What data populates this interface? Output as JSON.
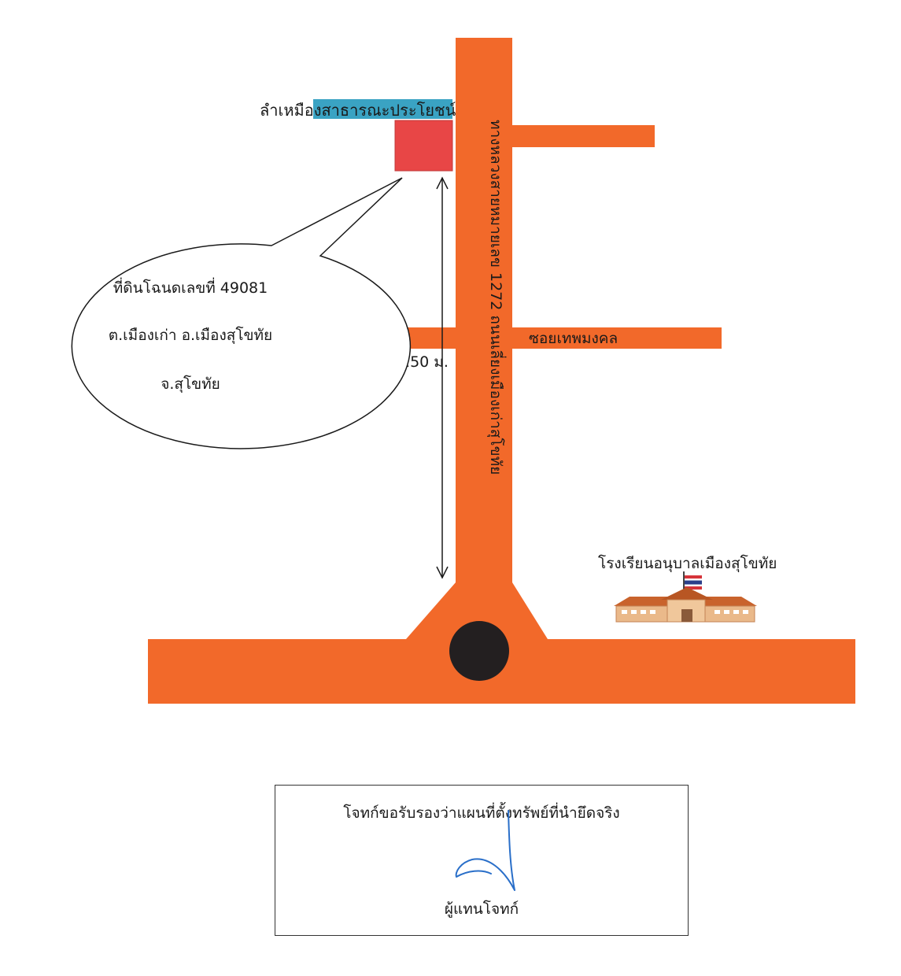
{
  "map": {
    "canal_label_a": "ลำเหมือ",
    "canal_label_b": "งสาธารณะประโยชน์",
    "highway_label": "ทางหลวงสายหมายเลข 1272 ถนนเลี่ยงเมืองเก่าสุโขทัย",
    "soi_label": "ซอยเทพมงคล",
    "distance_label": "250 ม.",
    "school_label": "โรงเรียนอนุบาลเมืองสุโขทัย",
    "plot_info": {
      "line1": "ที่ดินโฉนดเลขที่ 49081",
      "line2": "ต.เมืองเก่า อ.เมืองสุโขทัย",
      "line3": "จ.สุโขทัย"
    }
  },
  "certification": {
    "statement": "โจทก์ขอรับรองว่าแผนที่ตั้งทรัพย์ที่นำยึดจริง",
    "signer": "ผู้แทนโจทก์"
  },
  "colors": {
    "road": "#f2692a",
    "plot": "#e84646",
    "canal": "#3aa3c3",
    "circle": "#231f20"
  }
}
